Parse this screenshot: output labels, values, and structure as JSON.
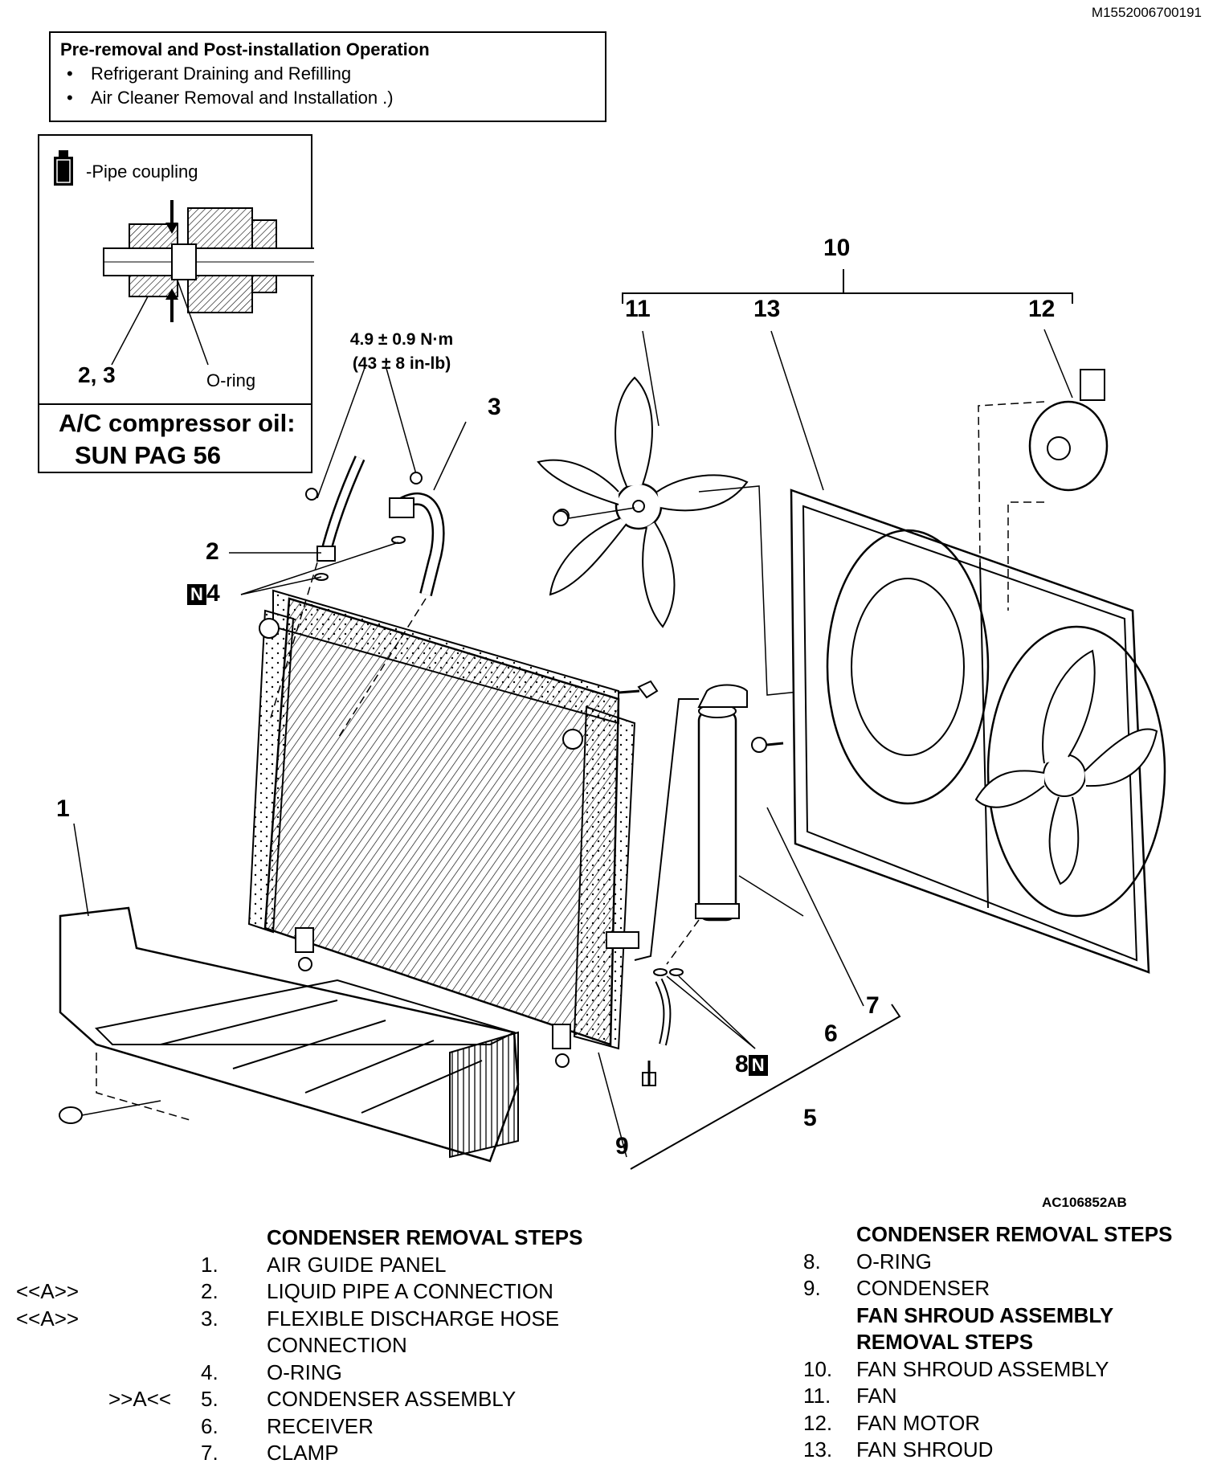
{
  "doc_id": "M1552006700191",
  "figure_id": "AC106852AB",
  "pre_removal": {
    "title": "Pre-removal and Post-installation Operation",
    "items": [
      "Refrigerant Draining and Refilling",
      "Air Cleaner Removal and Installation .)"
    ]
  },
  "inset": {
    "pipe_coupling_label": "-Pipe coupling",
    "part_label": "2, 3",
    "oring_label": "O-ring",
    "oil_line1": "A/C compressor oil:",
    "oil_line2": "SUN PAG 56"
  },
  "torque": {
    "metric": "4.9 ± 0.9 N·m",
    "imperial": "(43 ± 8 in-lb)"
  },
  "callouts": {
    "c1": "1",
    "c2": "2",
    "c3": "3",
    "c4": "4",
    "c5": "5",
    "c6": "6",
    "c7": "7",
    "c8": "8",
    "c9": "9",
    "c10": "10",
    "c11": "11",
    "c12": "12",
    "c13": "13",
    "new_part_mark": "N"
  },
  "steps_left": {
    "heading": "CONDENSER REMOVAL STEPS",
    "rows": [
      {
        "ref": "",
        "num": "1.",
        "text": "AIR GUIDE PANEL"
      },
      {
        "ref": "<<A>>",
        "num": "2.",
        "text": "LIQUID PIPE A CONNECTION"
      },
      {
        "ref": "<<A>>",
        "num": "3.",
        "text": "FLEXIBLE DISCHARGE HOSE"
      },
      {
        "ref": "",
        "num": "",
        "text": "CONNECTION"
      },
      {
        "ref": "",
        "num": "4.",
        "text": "O-RING"
      },
      {
        "ref": ">>A<<",
        "num": "5.",
        "text": "CONDENSER ASSEMBLY"
      },
      {
        "ref": "",
        "num": "6.",
        "text": "RECEIVER"
      },
      {
        "ref": "",
        "num": "7.",
        "text": "CLAMP"
      }
    ]
  },
  "steps_right": {
    "heading": "CONDENSER REMOVAL STEPS",
    "rows": [
      {
        "num": "8.",
        "text": "O-RING"
      },
      {
        "num": "9.",
        "text": "CONDENSER"
      }
    ],
    "heading2_line1": "FAN SHROUD ASSEMBLY",
    "heading2_line2": "REMOVAL STEPS",
    "rows2": [
      {
        "num": "10.",
        "text": "FAN SHROUD ASSEMBLY"
      },
      {
        "num": "11.",
        "text": "FAN"
      },
      {
        "num": "12.",
        "text": "FAN MOTOR"
      },
      {
        "num": "13.",
        "text": "FAN SHROUD"
      }
    ]
  }
}
